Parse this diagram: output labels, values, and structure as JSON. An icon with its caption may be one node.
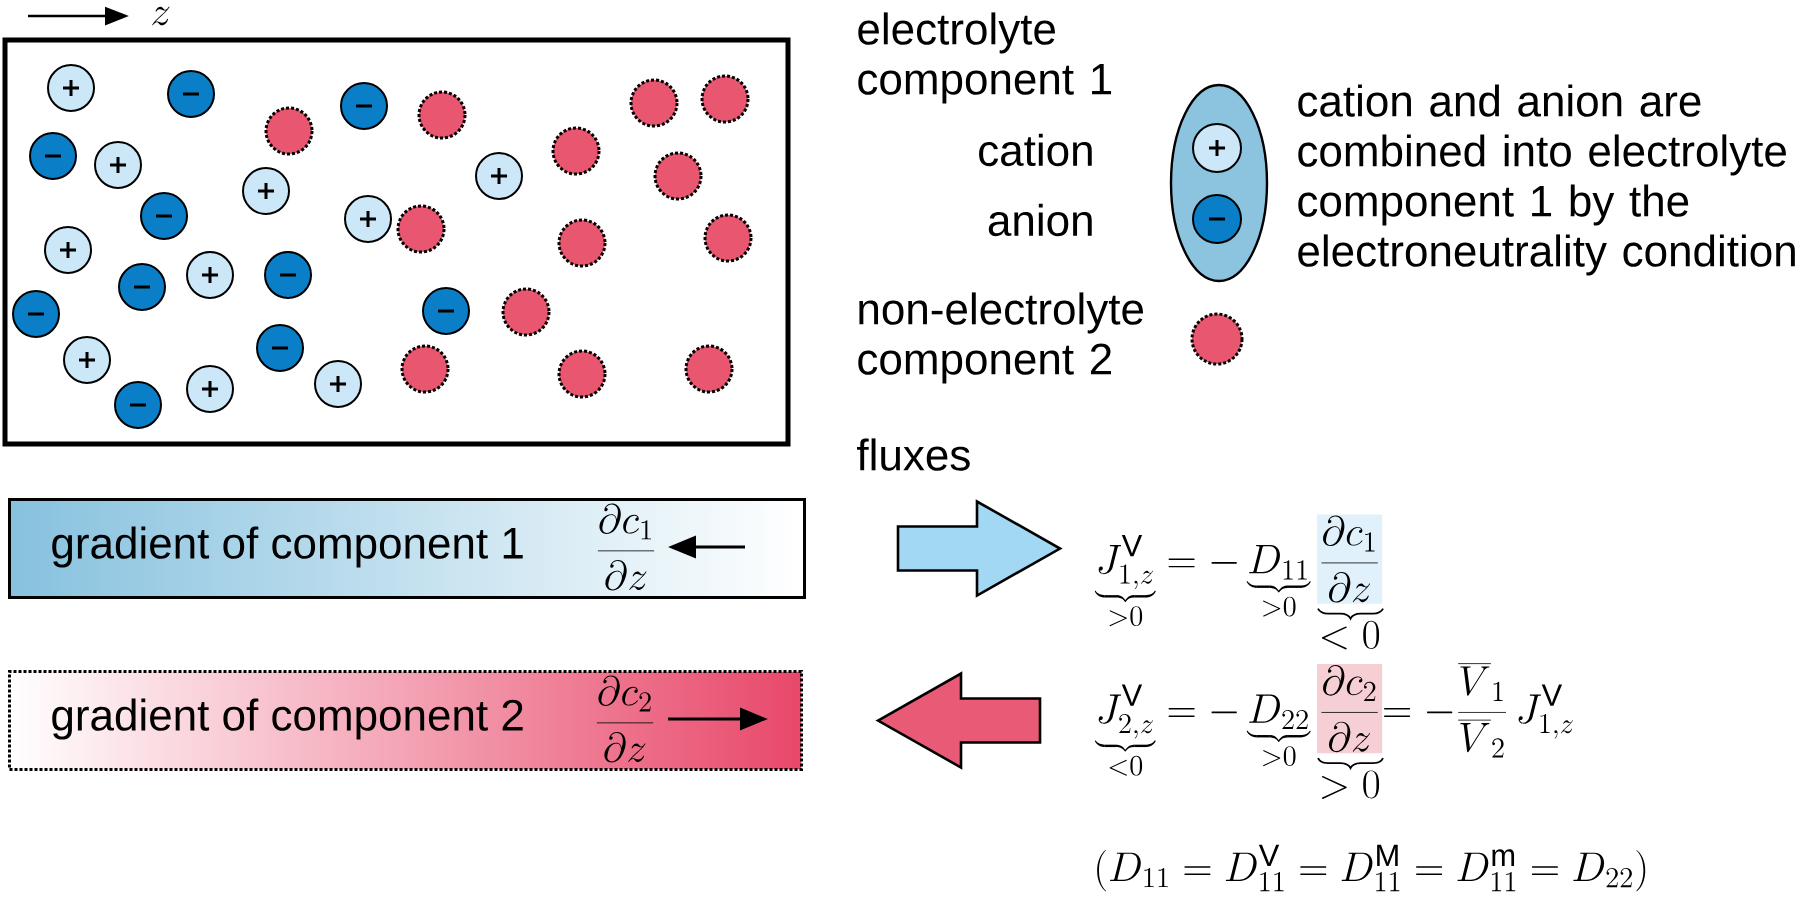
{
  "diagram": {
    "nodes": [
      {
        "text": [
          "gradient of component 1",
          "\\frac{\\partial c_1}{\\partial z}"
        ]
      },
      {
        "text": [
          "gradient of component 2",
          "\\frac{\\partial c_2}{\\partial z}"
        ]
      },
      {
        "text": [
          "\\underbrace{J^{\\mathrm{V}}_{1,z}}_{>0} = -\\underbrace{D_{11}}_{>0}\\,",
          "\\frac{\\partial c_1}{\\partial z}",
          "<0"
        ]
      },
      {
        "text": [
          "\\underbrace{J^{\\mathrm{V}}_{2,z}}_{<0} = -\\underbrace{D_{22}}_{>0}\\,",
          "\\frac{\\partial c_2}{\\partial z}",
          ">0",
          "= -\\frac{\\overline{V}_1}{\\overline{V}_2}\\, J^{\\mathrm{V}}_{1,z}"
        ]
      }
    ],
    "edges": [
      {
        "from": 0,
        "to": 2,
        "arrow": "to",
        "color": "#a3d8f4"
      },
      {
        "from": 3,
        "to": 1,
        "arrow": "to",
        "color": "#e85a75"
      }
    ],
    "labels": [
      "z",
      "electrolyte component 1",
      "cation",
      "anion",
      "cation and anion are combined into electrolyte component 1 by the electroneutrality condition",
      "non-electrolyte component 2",
      "fluxes",
      "(D_{11} = D^{\\mathrm{V}}_{11} = D^{\\mathrm{M}}_{11} = D^{\\mathrm{m}}_{11} = D_{22})"
    ]
  }
}
